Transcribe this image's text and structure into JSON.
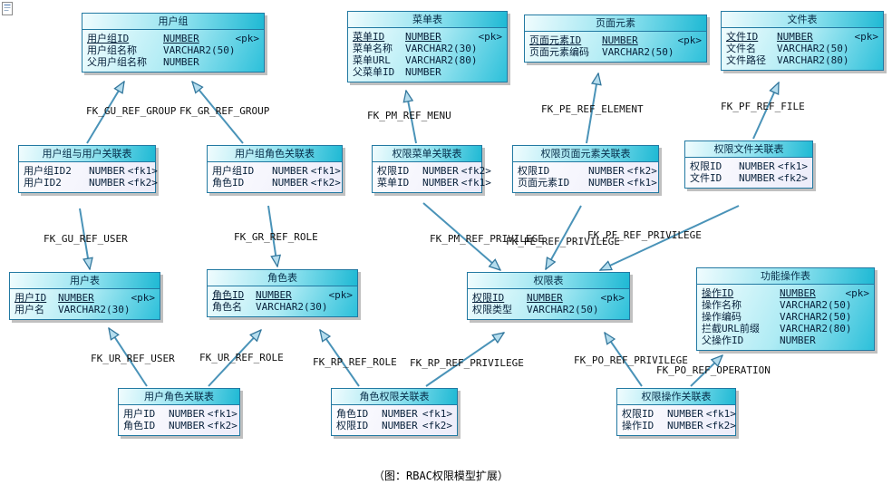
{
  "caption": "（图：RBAC权限模型扩展）",
  "tables": {
    "user_group": {
      "title": "用户组",
      "rows": [
        [
          "用户组ID",
          "NUMBER",
          "<pk>"
        ],
        [
          "用户组名称",
          "VARCHAR2(50)",
          ""
        ],
        [
          "父用户组名称",
          "NUMBER",
          ""
        ]
      ]
    },
    "menu": {
      "title": "菜单表",
      "rows": [
        [
          "菜单ID",
          "NUMBER",
          "<pk>"
        ],
        [
          "菜单名称",
          "VARCHAR2(30)",
          ""
        ],
        [
          "菜单URL",
          "VARCHAR2(80)",
          ""
        ],
        [
          "父菜单ID",
          "NUMBER",
          ""
        ]
      ]
    },
    "page_element": {
      "title": "页面元素",
      "rows": [
        [
          "页面元素ID",
          "NUMBER",
          "<pk>"
        ],
        [
          "页面元素编码",
          "VARCHAR2(50)",
          ""
        ]
      ]
    },
    "file": {
      "title": "文件表",
      "rows": [
        [
          "文件ID",
          "NUMBER",
          "<pk>"
        ],
        [
          "文件名",
          "VARCHAR2(50)",
          ""
        ],
        [
          "文件路径",
          "VARCHAR2(80)",
          ""
        ]
      ]
    },
    "user_group_user": {
      "title": "用户组与用户关联表",
      "rows": [
        [
          "用户组ID2",
          "NUMBER",
          "<fk1>"
        ],
        [
          "用户ID2",
          "NUMBER",
          "<fk2>"
        ]
      ]
    },
    "user_group_role": {
      "title": "用户组角色关联表",
      "rows": [
        [
          "用户组ID",
          "NUMBER",
          "<fk1>"
        ],
        [
          "角色ID",
          "NUMBER",
          "<fk2>"
        ]
      ]
    },
    "privilege_menu": {
      "title": "权限菜单关联表",
      "rows": [
        [
          "权限ID",
          "NUMBER",
          "<fk2>"
        ],
        [
          "菜单ID",
          "NUMBER",
          "<fk1>"
        ]
      ]
    },
    "privilege_element": {
      "title": "权限页面元素关联表",
      "rows": [
        [
          "权限ID",
          "NUMBER",
          "<fk2>"
        ],
        [
          "页面元素ID",
          "NUMBER",
          "<fk1>"
        ]
      ]
    },
    "privilege_file": {
      "title": "权限文件关联表",
      "rows": [
        [
          "权限ID",
          "NUMBER",
          "<fk1>"
        ],
        [
          "文件ID",
          "NUMBER",
          "<fk2>"
        ]
      ]
    },
    "user": {
      "title": "用户表",
      "rows": [
        [
          "用户ID",
          "NUMBER",
          "<pk>"
        ],
        [
          "用户名",
          "VARCHAR2(30)",
          ""
        ]
      ]
    },
    "role": {
      "title": "角色表",
      "rows": [
        [
          "角色ID",
          "NUMBER",
          "<pk>"
        ],
        [
          "角色名",
          "VARCHAR2(30)",
          ""
        ]
      ]
    },
    "privilege": {
      "title": "权限表",
      "rows": [
        [
          "权限ID",
          "NUMBER",
          "<pk>"
        ],
        [
          "权限类型",
          "VARCHAR2(50)",
          ""
        ]
      ]
    },
    "operation": {
      "title": "功能操作表",
      "rows": [
        [
          "操作ID",
          "NUMBER",
          "<pk>"
        ],
        [
          "操作名称",
          "VARCHAR2(50)",
          ""
        ],
        [
          "操作编码",
          "VARCHAR2(50)",
          ""
        ],
        [
          "拦截URL前缀",
          "VARCHAR2(80)",
          ""
        ],
        [
          "父操作ID",
          "NUMBER",
          ""
        ]
      ]
    },
    "user_role": {
      "title": "用户角色关联表",
      "rows": [
        [
          "用户ID",
          "NUMBER",
          "<fk1>"
        ],
        [
          "角色ID",
          "NUMBER",
          "<fk2>"
        ]
      ]
    },
    "role_privilege": {
      "title": "角色权限关联表",
      "rows": [
        [
          "角色ID",
          "NUMBER",
          "<fk1>"
        ],
        [
          "权限ID",
          "NUMBER",
          "<fk2>"
        ]
      ]
    },
    "privilege_operation": {
      "title": "权限操作关联表",
      "rows": [
        [
          "权限ID",
          "NUMBER",
          "<fk1>"
        ],
        [
          "操作ID",
          "NUMBER",
          "<fk2>"
        ]
      ]
    }
  },
  "fk_labels": {
    "gu_ref_group": "FK_GU_REF_GROUP",
    "gr_ref_group": "FK_GR_REF_GROUP",
    "pm_ref_menu": "FK_PM_REF_MENU",
    "pe_ref_element": "FK_PE_REF_ELEMENT",
    "pf_ref_file": "FK_PF_REF_FILE",
    "gu_ref_user": "FK_GU_REF_USER",
    "gr_ref_role": "FK_GR_REF_ROLE",
    "pm_ref_privilege": "FK_PM_REF_PRIVILEGE",
    "pe_ref_privilege": "FK_PE_REF_PRIVILEGE",
    "pf_ref_privilege": "FK_PF_REF_PRIVILEGE",
    "ur_ref_user": "FK_UR_REF_USER",
    "ur_ref_role": "FK_UR_REF_ROLE",
    "rp_ref_role": "FK_RP_REF_ROLE",
    "rp_ref_privilege": "FK_RP_REF_PRIVILEGE",
    "po_ref_privilege": "FK_PO_REF_PRIVILEGE",
    "po_ref_operation": "FK_PO_REF_OPERATION"
  },
  "colors": {
    "header_cyan": "#1fb9d4",
    "entity_fill": "#2cc0da",
    "assoc_fill": "#ececfa",
    "table_border": "#2279a2",
    "arrow_line": "#4a93b8",
    "arrow_head_fill": "#b5ddee"
  }
}
